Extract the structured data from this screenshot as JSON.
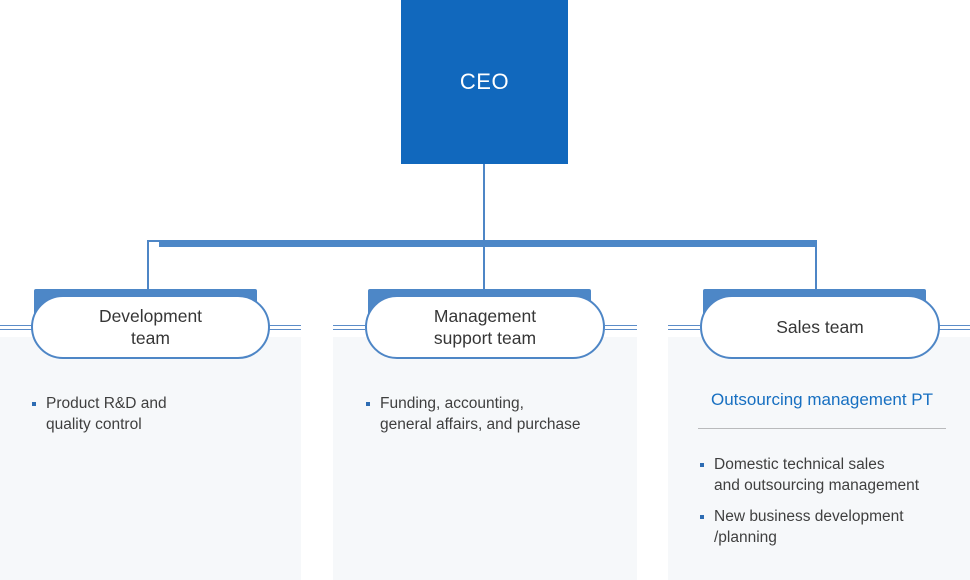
{
  "ceo": {
    "label": "CEO"
  },
  "teams": [
    {
      "name_lines": [
        "Development",
        "team"
      ],
      "bullets": [
        {
          "lines": [
            "Product R&D and",
            "quality control"
          ]
        }
      ]
    },
    {
      "name_lines": [
        "Management",
        "support team"
      ],
      "bullets": [
        {
          "lines": [
            "Funding, accounting,",
            "general affairs, and purchase"
          ]
        }
      ]
    },
    {
      "name_lines": [
        "Sales team"
      ],
      "heading": "Outsourcing management PT",
      "bullets": [
        {
          "lines": [
            "Domestic technical sales",
            "and outsourcing management"
          ]
        },
        {
          "lines": [
            "New business development",
            "/planning"
          ]
        }
      ]
    }
  ],
  "colors": {
    "ceo_box": "#1168bd",
    "connector": "#4e86c6",
    "thick_bar": "#4d87c7",
    "panel_bg": "#f6f8fa",
    "pill_border": "#4e86c6",
    "heading_text": "#176fc1",
    "bullet_square": "#2d6cb3",
    "body_text": "#3f3f3f",
    "divider": "#b9babc"
  }
}
